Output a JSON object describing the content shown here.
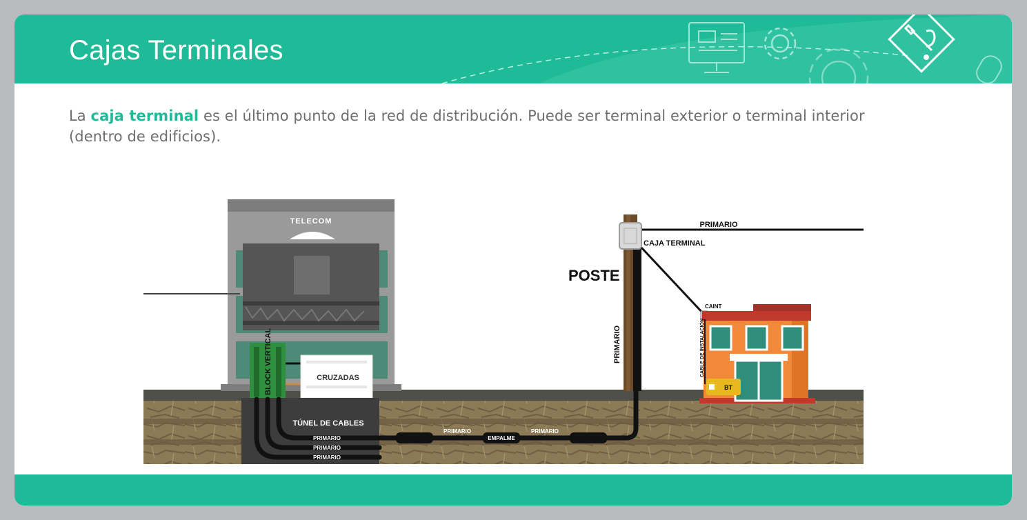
{
  "slide": {
    "title": "Cajas Terminales",
    "intro_prefix": "La ",
    "intro_highlight": "caja terminal",
    "intro_suffix": " es el último punto de la red de distribución. Puede ser terminal exterior o terminal interior (dentro de edificios)."
  },
  "diagram": {
    "building_sign": "TELECOM",
    "block_vertical": "BLOCK VERTICAL",
    "cruzadas": "CRUZADAS",
    "tunnel": "TÚNEL DE CABLES",
    "primario": "PRIMARIO",
    "empalme": "EMPALME",
    "poste": "POSTE",
    "caja_terminal": "CAJA TERMINAL",
    "caint": "CAINT",
    "cable_instalacion": "CABLE DE INSTALACIÓN",
    "bt": "BT"
  },
  "colors": {
    "accent": "#1fba97",
    "text": "#6e6e6e",
    "house": "#f08a3a",
    "roof": "#c0392b",
    "ground": "#8c7a57"
  }
}
